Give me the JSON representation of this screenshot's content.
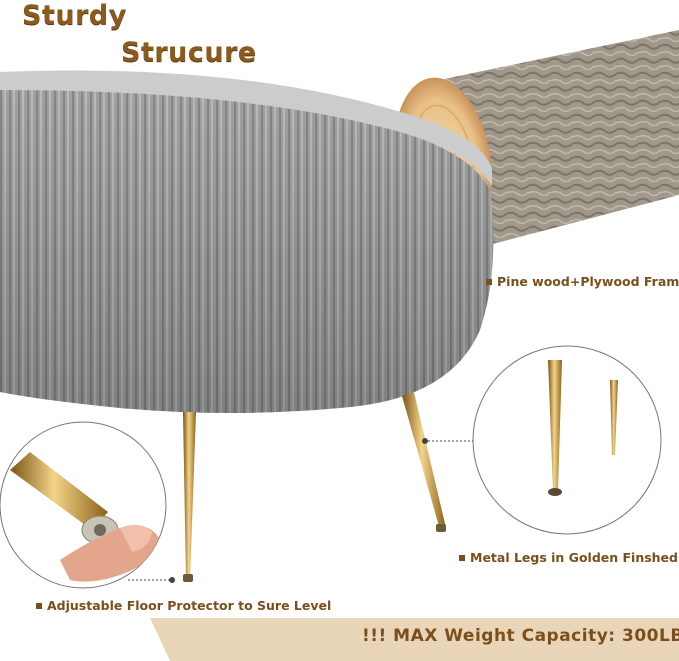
{
  "product_image": {
    "headline_line_1": "Sturdy",
    "headline_line_2": "Strucure",
    "callouts": {
      "frame": "Pine wood+Plywood Frame",
      "legs": "Metal Legs in Golden Finshed",
      "floor_protector": "Adjustable Floor Protector to Sure Level"
    },
    "capacity_banner": "!!!  MAX Weight Capacity: 300LB"
  },
  "colors": {
    "brand_text": "#8a5a1e",
    "fabric_gray": "#a9abaa",
    "gold_metal": "#c99a2e",
    "wood_bark": "#8f8676",
    "banner_sand": "#e9d6b9"
  }
}
